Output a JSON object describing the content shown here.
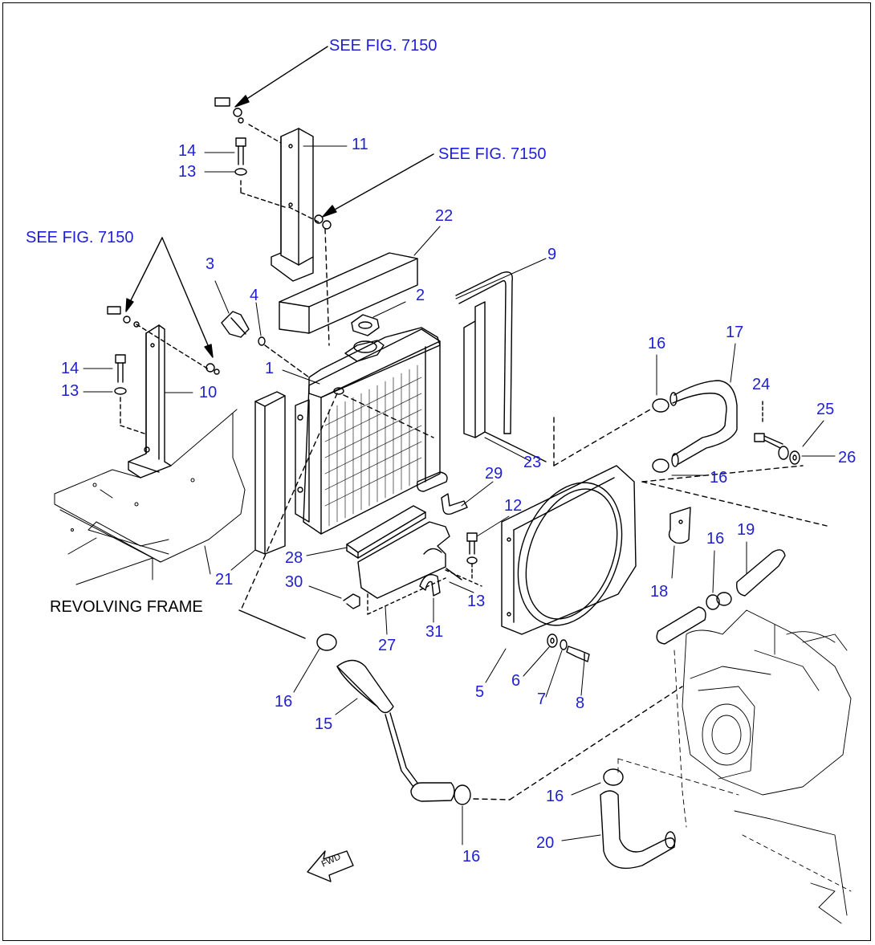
{
  "references": {
    "see_fig_top": "SEE FIG. 7150",
    "see_fig_mid": "SEE FIG. 7150",
    "see_fig_left": "SEE FIG. 7150"
  },
  "frame_label": "REVOLVING FRAME",
  "fwd_label": "FWD",
  "callouts": {
    "c11": "11",
    "c14a": "14",
    "c13a": "13",
    "c22": "22",
    "c9": "9",
    "c3": "3",
    "c4": "4",
    "c2": "2",
    "c1": "1",
    "c14b": "14",
    "c13b": "13",
    "c10": "10",
    "c16a": "16",
    "c17": "17",
    "c24": "24",
    "c25": "25",
    "c26": "26",
    "c16b": "16",
    "c23": "23",
    "c29": "29",
    "c12": "12",
    "c19": "19",
    "c16c": "16",
    "c18": "18",
    "c28": "28",
    "c30": "30",
    "c13c": "13",
    "c21": "21",
    "c27": "27",
    "c31": "31",
    "c5": "5",
    "c6": "6",
    "c7": "7",
    "c8": "8",
    "c16d": "16",
    "c15": "15",
    "c16e": "16",
    "c20": "20",
    "c16f": "16"
  },
  "colors": {
    "callout": "#1f1fd6",
    "line": "#000000"
  }
}
